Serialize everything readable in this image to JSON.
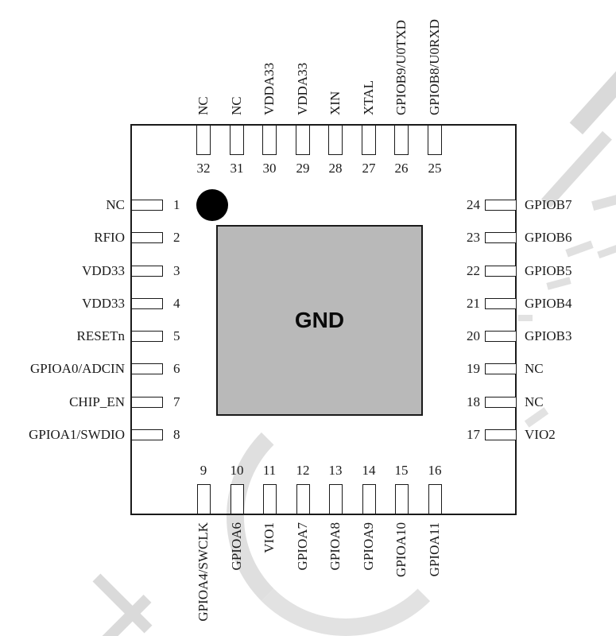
{
  "diagram": {
    "center_pad": {
      "label": "GND"
    },
    "pin1_marker": "filled-circle",
    "colors": {
      "line": "#1a1a1a",
      "pad_fill": "#b9b9b9",
      "pin_box_fill": "#ffffff",
      "watermark_gray": "#dcdcdc"
    }
  },
  "pins": {
    "left": [
      {
        "number": "1",
        "label": "NC"
      },
      {
        "number": "2",
        "label": "RFIO"
      },
      {
        "number": "3",
        "label": "VDD33"
      },
      {
        "number": "4",
        "label": "VDD33"
      },
      {
        "number": "5",
        "label": "RESETn"
      },
      {
        "number": "6",
        "label": "GPIOA0/ADCIN"
      },
      {
        "number": "7",
        "label": "CHIP_EN"
      },
      {
        "number": "8",
        "label": "GPIOA1/SWDIO"
      }
    ],
    "top": [
      {
        "number": "32",
        "label": "NC"
      },
      {
        "number": "31",
        "label": "NC"
      },
      {
        "number": "30",
        "label": "VDDA33"
      },
      {
        "number": "29",
        "label": "VDDA33"
      },
      {
        "number": "28",
        "label": "XIN"
      },
      {
        "number": "27",
        "label": "XTAL"
      },
      {
        "number": "26",
        "label": "GPIOB9/U0TXD"
      },
      {
        "number": "25",
        "label": "GPIOB8/U0RXD"
      }
    ],
    "right": [
      {
        "number": "24",
        "label": "GPIOB7"
      },
      {
        "number": "23",
        "label": "GPIOB6"
      },
      {
        "number": "22",
        "label": "GPIOB5"
      },
      {
        "number": "21",
        "label": "GPIOB4"
      },
      {
        "number": "20",
        "label": "GPIOB3"
      },
      {
        "number": "19",
        "label": "NC"
      },
      {
        "number": "18",
        "label": "NC"
      },
      {
        "number": "17",
        "label": "VIO2"
      }
    ],
    "bottom": [
      {
        "number": "9",
        "label": "GPIOA4/SWCLK"
      },
      {
        "number": "10",
        "label": "GPIOA6"
      },
      {
        "number": "11",
        "label": "VIO1"
      },
      {
        "number": "12",
        "label": "GPIOA7"
      },
      {
        "number": "13",
        "label": "GPIOA8"
      },
      {
        "number": "14",
        "label": "GPIOA9"
      },
      {
        "number": "15",
        "label": "GPIOA10"
      },
      {
        "number": "16",
        "label": "GPIOA11"
      }
    ]
  }
}
